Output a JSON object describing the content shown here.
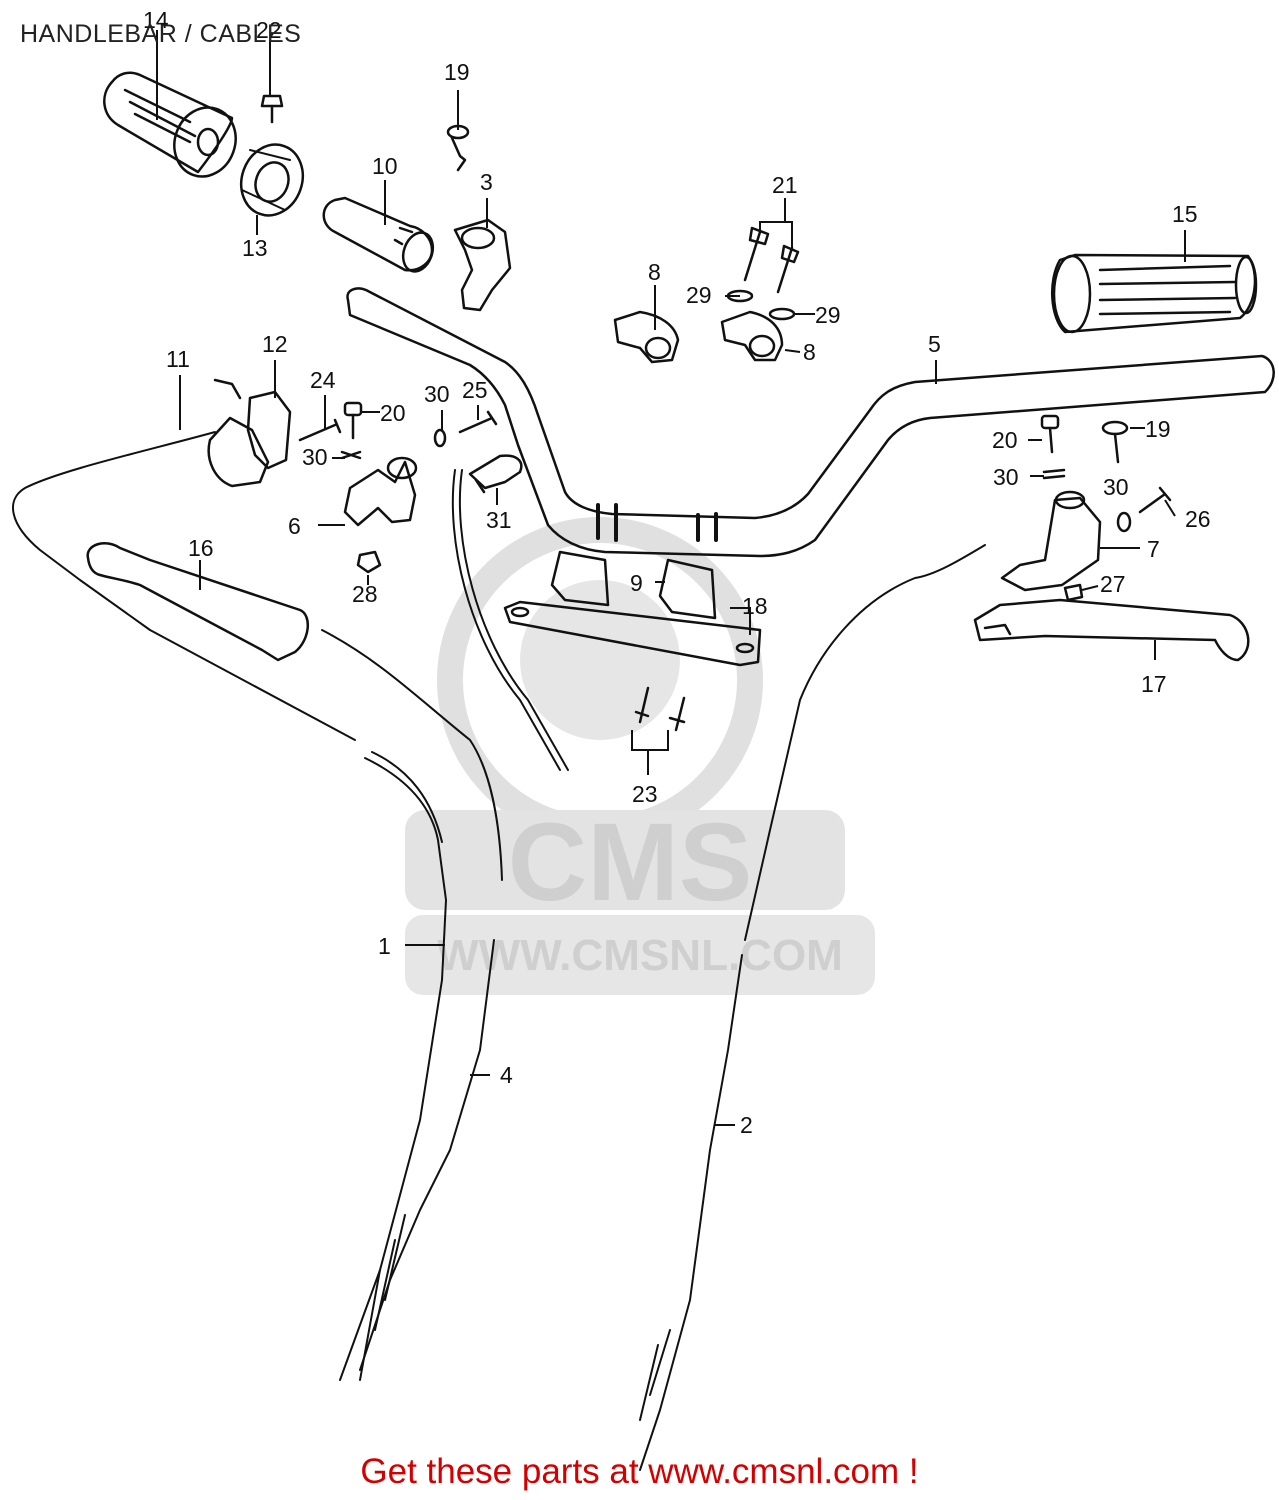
{
  "page": {
    "title": "HANDLEBAR / CABLES",
    "footer": "Get these parts at www.cmsnl.com !"
  },
  "watermark": {
    "brand": "CMS",
    "url": "WWW.CMSNL.COM"
  },
  "colors": {
    "line": "#111111",
    "watermark": "#d9d9d9",
    "footer": "#d40000"
  },
  "callouts": [
    {
      "id": "1"
    },
    {
      "id": "2"
    },
    {
      "id": "3"
    },
    {
      "id": "4"
    },
    {
      "id": "5"
    },
    {
      "id": "6"
    },
    {
      "id": "7"
    },
    {
      "id": "8"
    },
    {
      "id": "8"
    },
    {
      "id": "9"
    },
    {
      "id": "10"
    },
    {
      "id": "11"
    },
    {
      "id": "12"
    },
    {
      "id": "13"
    },
    {
      "id": "14"
    },
    {
      "id": "15"
    },
    {
      "id": "16"
    },
    {
      "id": "17"
    },
    {
      "id": "18"
    },
    {
      "id": "19"
    },
    {
      "id": "19"
    },
    {
      "id": "20"
    },
    {
      "id": "20"
    },
    {
      "id": "21"
    },
    {
      "id": "22"
    },
    {
      "id": "23"
    },
    {
      "id": "24"
    },
    {
      "id": "25"
    },
    {
      "id": "26"
    },
    {
      "id": "27"
    },
    {
      "id": "28"
    },
    {
      "id": "29"
    },
    {
      "id": "29"
    },
    {
      "id": "30"
    },
    {
      "id": "30"
    },
    {
      "id": "30"
    },
    {
      "id": "30"
    },
    {
      "id": "31"
    }
  ]
}
